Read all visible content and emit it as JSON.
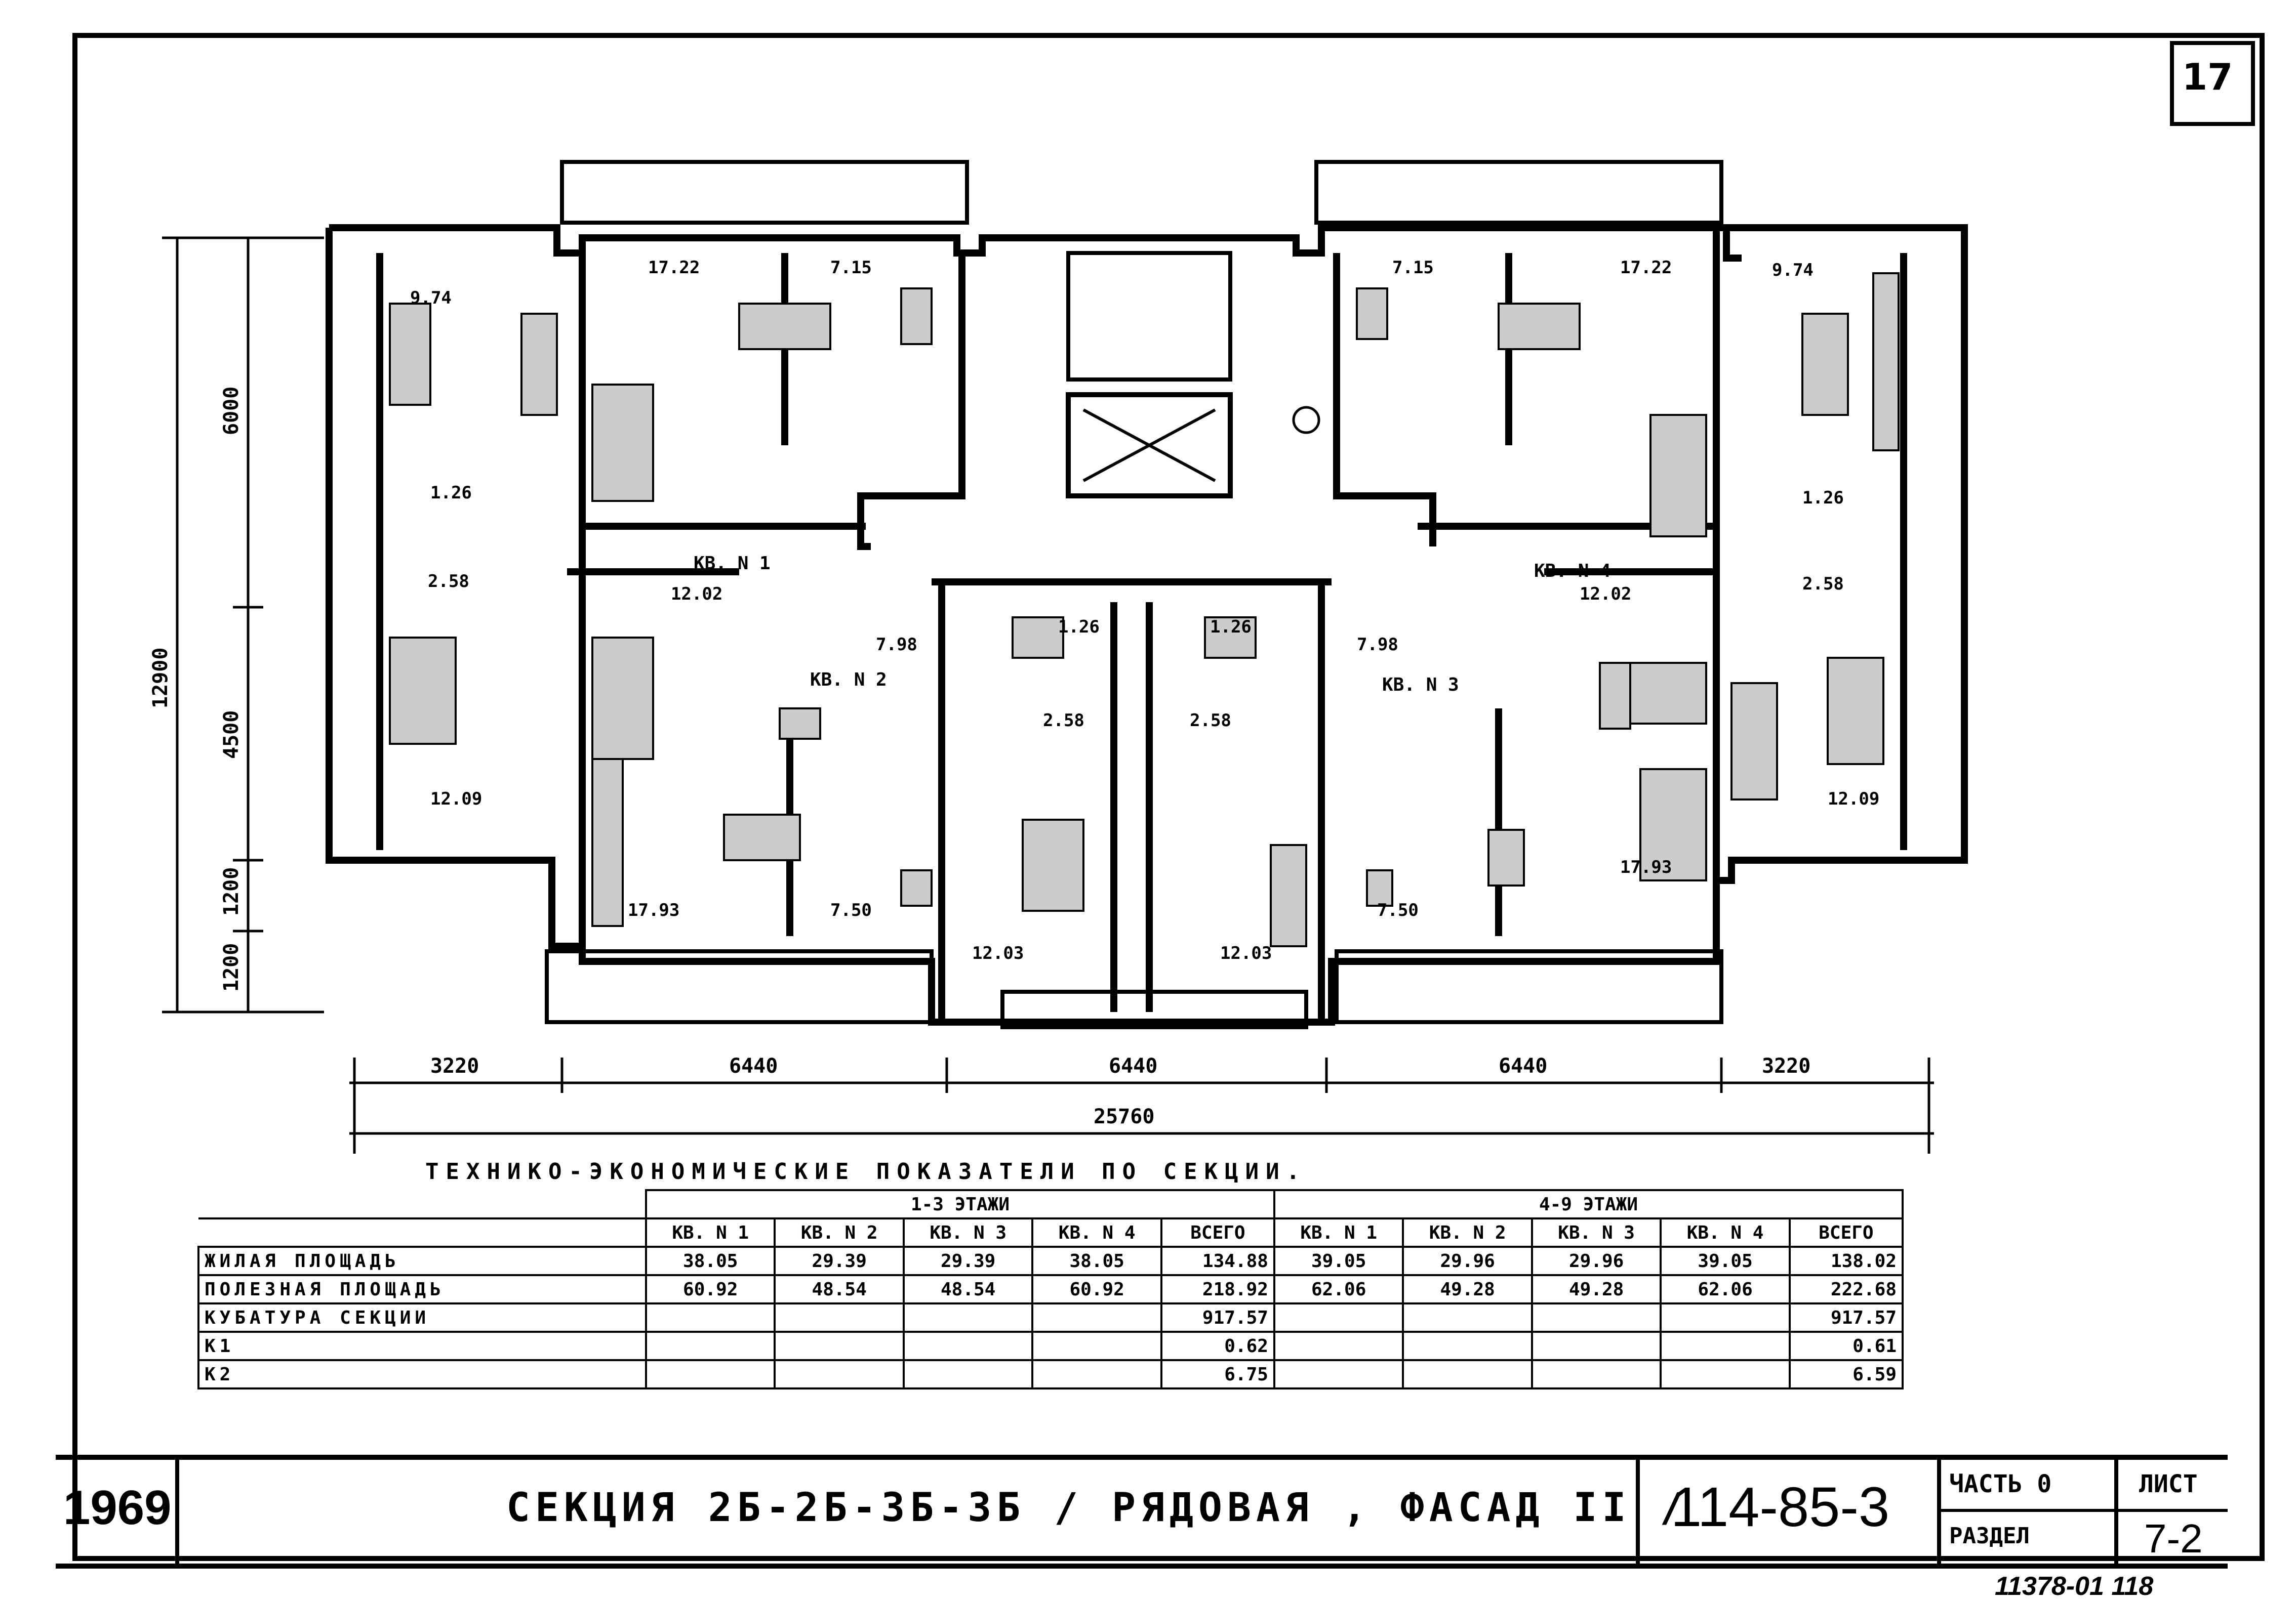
{
  "sheet_number": "17",
  "plan": {
    "rooms": {
      "r_974_l": "9.74",
      "r_1722_l": "17.22",
      "r_715_l": "7.15",
      "r_126_l": "1.26",
      "r_258_l": "2.58",
      "r_1209_l": "12.09",
      "r_1202_l": "12.02",
      "r_1793_l": "17.93",
      "r_750_l": "7.50",
      "r_798_l": "7.98",
      "r_126_cl": "1.26",
      "r_126_cr": "1.26",
      "r_258_cl": "2.58",
      "r_258_cr": "2.58",
      "r_1203_l": "12.03",
      "r_1203_r": "12.03",
      "r_715_r": "7.15",
      "r_1722_r": "17.22",
      "r_974_r": "9.74",
      "r_126_r": "1.26",
      "r_258_r": "2.58",
      "r_1202_r": "12.02",
      "r_798_r": "7.98",
      "r_1209_r": "12.09",
      "r_1793_r": "17.93",
      "r_750_r": "7.50"
    },
    "apartments": {
      "kv1": "КВ. N 1",
      "kv2": "КВ. N 2",
      "kv3": "КВ. N 3",
      "kv4": "КВ. N 4"
    },
    "dims": {
      "d_3220_a": "3220",
      "d_6440_a": "6440",
      "d_6440_b": "6440",
      "d_6440_c": "6440",
      "d_3220_b": "3220",
      "d_total": "25760",
      "v_6000": "6000",
      "v_4500": "4500",
      "v_1200_a": "1200",
      "v_1200_b": "1200",
      "v_12900": "12900"
    }
  },
  "table": {
    "caption": "ТЕХНИКО-ЭКОНОМИЧЕСКИЕ ПОКАЗАТЕЛИ ПО СЕКЦИИ.",
    "group_1_3": "1-3 ЭТАЖИ",
    "group_4_9": "4-9 ЭТАЖИ",
    "cols_1_3": [
      "КВ. N 1",
      "КВ. N 2",
      "КВ. N 3",
      "КВ. N 4",
      "ВСЕГО"
    ],
    "cols_4_9": [
      "КВ. N 1",
      "КВ. N 2",
      "КВ. N 3",
      "КВ. N 4",
      "ВСЕГО"
    ],
    "rows": [
      {
        "label": "ЖИЛАЯ ПЛОЩАДЬ",
        "v1": [
          "38.05",
          "29.39",
          "29.39",
          "38.05",
          "134.88"
        ],
        "v2": [
          "39.05",
          "29.96",
          "29.96",
          "39.05",
          "138.02"
        ]
      },
      {
        "label": "ПОЛЕЗНАЯ ПЛОЩАДЬ",
        "v1": [
          "60.92",
          "48.54",
          "48.54",
          "60.92",
          "218.92"
        ],
        "v2": [
          "62.06",
          "49.28",
          "49.28",
          "62.06",
          "222.68"
        ]
      },
      {
        "label": "КУБАТУРА СЕКЦИИ",
        "v1": [
          "",
          "",
          "",
          "",
          "917.57"
        ],
        "v2": [
          "",
          "",
          "",
          "",
          "917.57"
        ]
      },
      {
        "label": "К1",
        "v1": [
          "",
          "",
          "",
          "",
          "0.62"
        ],
        "v2": [
          "",
          "",
          "",
          "",
          "0.61"
        ]
      },
      {
        "label": "К2",
        "v1": [
          "",
          "",
          "",
          "",
          "6.75"
        ],
        "v2": [
          "",
          "",
          "",
          "",
          "6.59"
        ]
      }
    ]
  },
  "title_block": {
    "year": "1969",
    "title": "СЕКЦИЯ 2Б-2Б-3Б-3Б / РЯДОВАЯ , ФАСАД II /",
    "code": "114-85-3",
    "part_label": "ЧАСТЬ 0",
    "section_label": "РАЗДЕЛ",
    "sheet_label": "ЛИСТ",
    "sheet_value": "7-2",
    "archive_no": "11378-01 118"
  }
}
